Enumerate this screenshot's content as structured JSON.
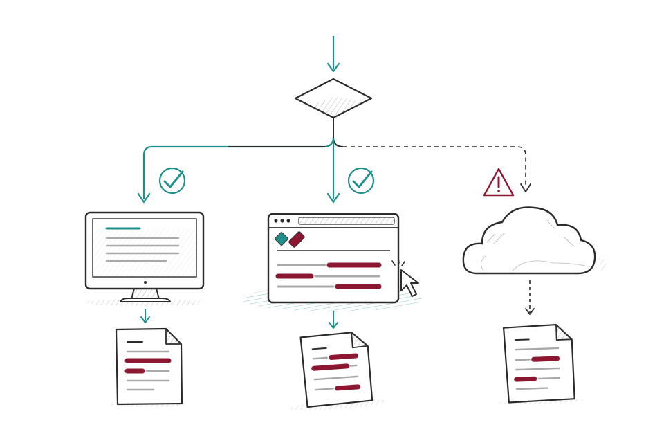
{
  "palette": {
    "teal": "#1e8f8a",
    "crimson": "#8c1730",
    "ink": "#2b2b2b",
    "warning": "#8c1730",
    "gray": "#a9a9a9",
    "background": "#ffffff"
  },
  "flow": {
    "entry": {
      "icon": "arrow-down-icon"
    },
    "decision": {
      "icon": "diamond-icon"
    },
    "branches": [
      {
        "id": "desktop",
        "status": "success",
        "status_icon": "check-circle-icon",
        "line_style": "solid",
        "line_color": "teal",
        "device": "desktop-monitor-icon",
        "output": "document-icon"
      },
      {
        "id": "web",
        "status": "success",
        "status_icon": "check-circle-icon",
        "line_style": "solid",
        "line_color": "teal",
        "device": "browser-window-icon",
        "extra_icon": "mouse-cursor-icon",
        "output": "document-icon"
      },
      {
        "id": "cloud",
        "status": "warning",
        "status_icon": "warning-triangle-icon",
        "line_style": "dashed",
        "line_color": "ink",
        "device": "cloud-icon",
        "output": "document-icon"
      }
    ]
  }
}
